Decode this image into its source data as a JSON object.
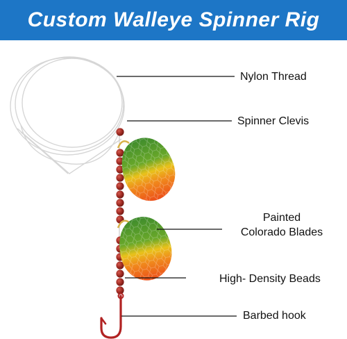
{
  "banner": {
    "title": "Custom Walleye Spinner Rig",
    "background": "#1d76c6",
    "text_color": "#ffffff"
  },
  "callouts": {
    "nylon": "Nylon Thread",
    "clevis": "Spinner Clevis",
    "blades_line1": "Painted",
    "blades_line2": "Colorado Blades",
    "beads": "High- Density Beads",
    "hook": "Barbed hook"
  },
  "colors": {
    "bead": "#9e2a23",
    "blade_top": "#3f8f2e",
    "blade_mid": "#e8c21a",
    "blade_bottom": "#ee5a1c",
    "hook": "#b12222",
    "thread": "#d9d9d9"
  }
}
